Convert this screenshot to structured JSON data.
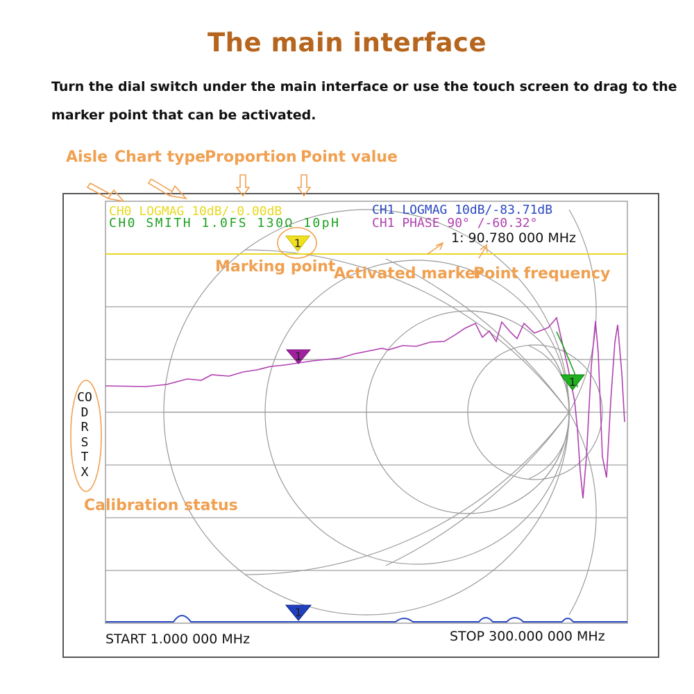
{
  "header": {
    "title": "The main interface",
    "description_line1": "Turn the dial switch under the main interface or use the touch screen to drag to the",
    "description_line2": "marker point that can be activated."
  },
  "annotations": {
    "aisle": "Aisle",
    "chart_type": "Chart type",
    "proportion": "Proportion",
    "point_value": "Point value",
    "marking_point": "Marking point",
    "activated_marker": "Activated marker",
    "point_frequency": "Point frequency",
    "calibration_status": "Calibration status",
    "label_color": "#f0a050"
  },
  "screen": {
    "ch0_logmag": "CH0 LOGMAG 10dB/-0.00dB",
    "ch0_smith": "CH0 SMITH 1.0FS 130Ω 10pH",
    "ch1_logmag": "CH1 LOGMAG 10dB/-83.71dB",
    "ch1_phase": "CH1 PHASE 90° /-60.32°",
    "marker_freq": "1: 90.780 000 MHz",
    "calibration": [
      "CO",
      "D",
      "R",
      "S",
      "T",
      "X"
    ],
    "start": "START 1.000 000 MHz",
    "stop": "STOP 300.000 000 MHz",
    "markers": [
      {
        "label": "1",
        "color": "#f0e020",
        "trace": "ch0-logmag"
      },
      {
        "label": "1",
        "color": "#a020a0",
        "trace": "ch1-phase"
      },
      {
        "label": "1",
        "color": "#20b020",
        "trace": "ch0-smith"
      },
      {
        "label": "1",
        "color": "#2040c0",
        "trace": "ch1-logmag"
      }
    ],
    "colors": {
      "ch0_logmag": "#f0e020",
      "ch0_smith": "#20a020",
      "ch1_logmag": "#2040b0",
      "ch1_phase": "#b040b0",
      "grid": "#9a9a9a"
    }
  }
}
